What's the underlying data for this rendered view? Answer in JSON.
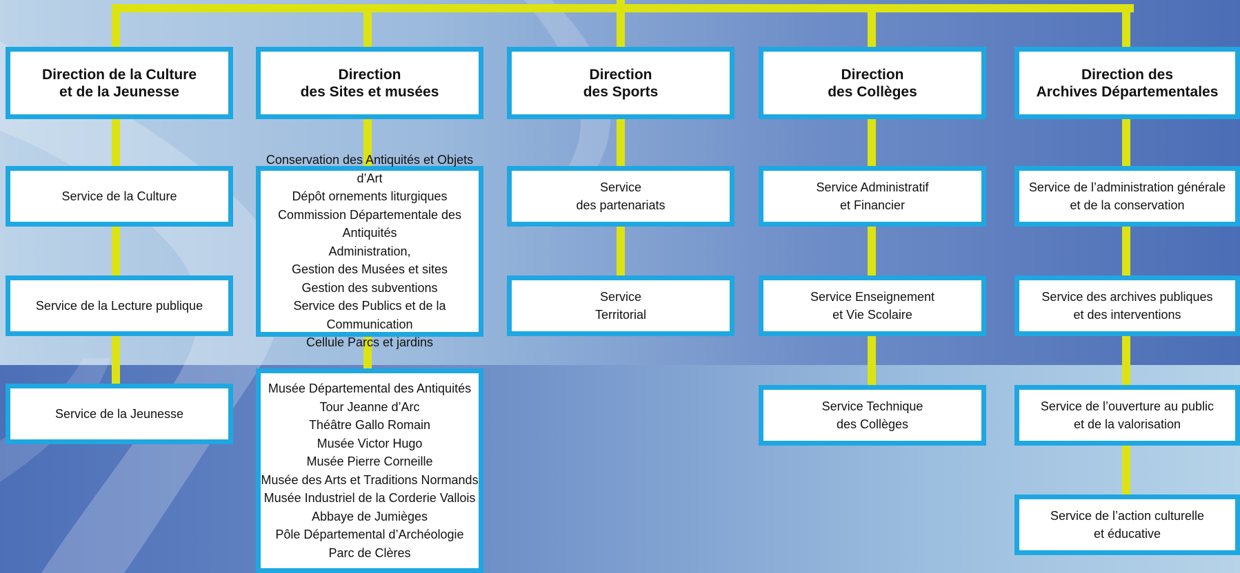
{
  "colors": {
    "box_border": "#1ea7e1",
    "connector": "#dde313",
    "box_fill": "#ffffff",
    "text": "#111111"
  },
  "directions": [
    {
      "title": "Direction de la Culture\net de la Jeunesse",
      "services": [
        "Service de la Culture",
        "Service de la Lecture publique",
        "Service de la Jeunesse"
      ]
    },
    {
      "title": "Direction\ndes Sites et musées",
      "services": [
        "Conservation des Antiquités et Objets d’Art\nDépôt ornements liturgiques\nCommission Départementale des Antiquités\nAdministration,\nGestion des Musées et sites\nGestion des subventions\nService des Publics et de la Communication\nCellule Parcs et jardins",
        "Musée Départemental des Antiquités\nTour Jeanne d’Arc\nThéâtre Gallo Romain\nMusée Victor Hugo\nMusée Pierre Corneille\nMusée des Arts et Traditions Normands\nMusée Industriel de la Corderie Vallois\nAbbaye de Jumièges\nPôle Départemental d’Archéologie\nParc de Clères"
      ]
    },
    {
      "title": "Direction\ndes Sports",
      "services": [
        "Service\ndes partenariats",
        "Service\nTerritorial"
      ]
    },
    {
      "title": "Direction\ndes Collèges",
      "services": [
        "Service Administratif\net Financier",
        "Service Enseignement\net Vie Scolaire",
        "Service Technique\ndes Collèges"
      ]
    },
    {
      "title": "Direction des\nArchives Départementales",
      "services": [
        "Service de l’administration générale\net de la conservation",
        "Service des archives publiques\net des interventions",
        "Service de l’ouverture au public\net de la valorisation",
        "Service de l’action culturelle\net éducative"
      ]
    }
  ]
}
